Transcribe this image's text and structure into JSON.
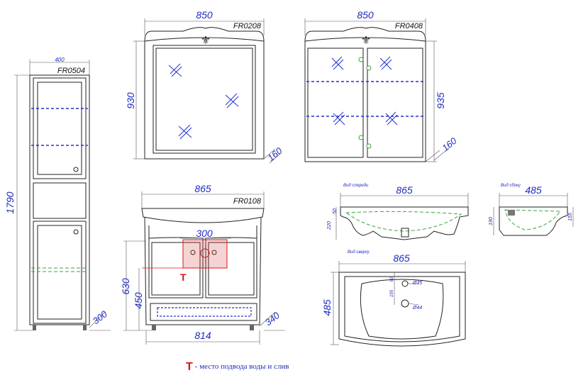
{
  "units": {
    "column": {
      "code": "FR0504",
      "width": "400",
      "height": "1790",
      "depth": "300"
    },
    "mirror": {
      "code": "FR0208",
      "width": "850",
      "height": "930",
      "depth": "160"
    },
    "mirror_cabinet": {
      "code": "FR0408",
      "width": "850",
      "height": "935",
      "depth": "160"
    },
    "vanity": {
      "code": "FR0108",
      "width_top": "865",
      "width_body": "814",
      "height_total": "630",
      "height_pipe": "450",
      "pipe_zone": "300",
      "depth": "340",
      "marker": "T"
    },
    "sink_front": {
      "title": "Вид спереди",
      "width": "865",
      "height": "220",
      "rim": "50"
    },
    "sink_side": {
      "title": "Вид сбоку",
      "width": "485",
      "height": "190",
      "rim": "155"
    },
    "sink_top": {
      "title": "Вид сверху",
      "width": "865",
      "depth": "485",
      "hole1": "Ø35",
      "hole2": "Ø44",
      "d1": "60",
      "d2": "155"
    }
  },
  "legend": {
    "marker": "T",
    "text": "- место подвода воды и слив"
  },
  "colors": {
    "dimension": "#1f2bbf",
    "marker": "#e01414",
    "glass_line": "#2233cc",
    "sink_hidden": "#3aa53a"
  }
}
